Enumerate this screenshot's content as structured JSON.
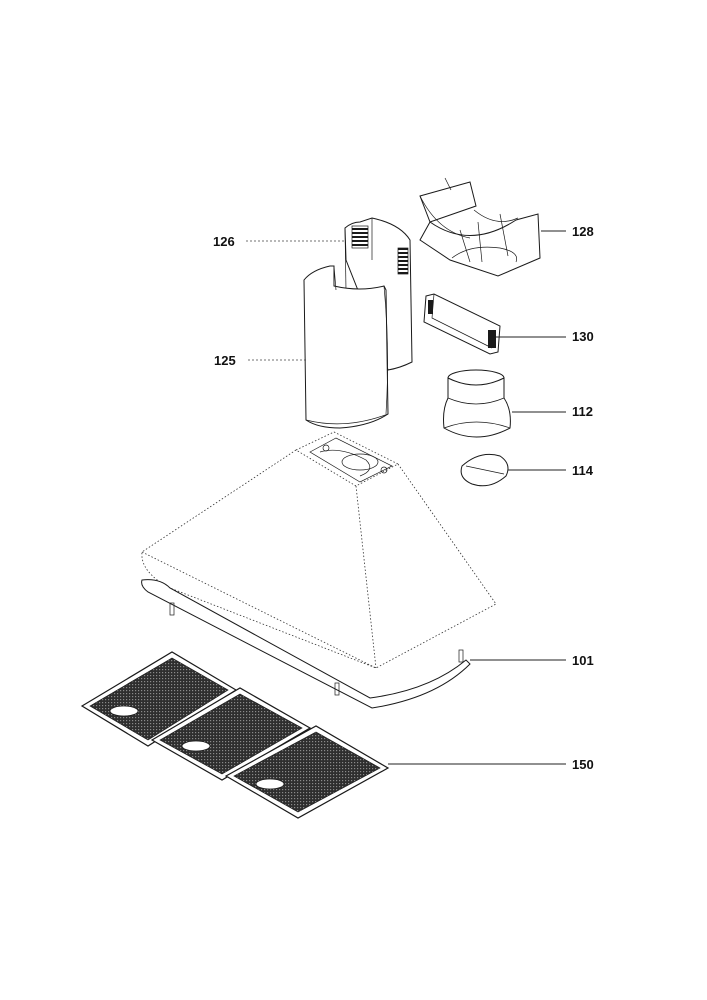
{
  "diagram": {
    "callouts": [
      {
        "id": "126",
        "label": "126"
      },
      {
        "id": "128",
        "label": "128"
      },
      {
        "id": "130",
        "label": "130"
      },
      {
        "id": "125",
        "label": "125"
      },
      {
        "id": "112",
        "label": "112"
      },
      {
        "id": "114",
        "label": "114"
      },
      {
        "id": "101",
        "label": "101"
      },
      {
        "id": "150",
        "label": "150"
      }
    ],
    "colors": {
      "ink": "#1a1a1a",
      "filter_mesh": "#3a3a3a",
      "background": "#ffffff"
    }
  }
}
